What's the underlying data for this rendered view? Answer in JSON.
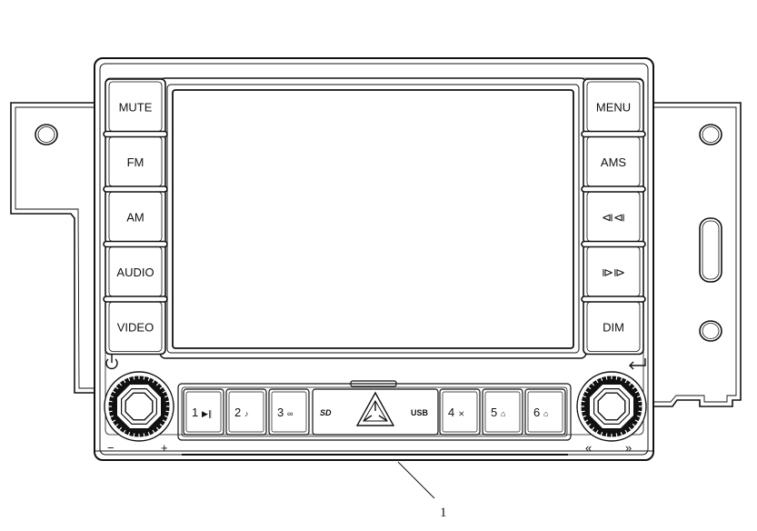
{
  "diagram": {
    "left_buttons": [
      "MUTE",
      "FM",
      "AM",
      "AUDIO",
      "VIDEO"
    ],
    "right_buttons": [
      "MENU",
      "AMS",
      "⧏⧏",
      "⧐⧐",
      "DIM"
    ],
    "bottom_buttons": [
      {
        "num": "1",
        "icon": "▶∥"
      },
      {
        "num": "2",
        "icon": "♪"
      },
      {
        "num": "3",
        "icon": "∞"
      },
      {
        "num": "4",
        "icon": "⨯"
      },
      {
        "num": "5",
        "icon": "⌂"
      },
      {
        "num": "6",
        "icon": "⌂"
      }
    ],
    "sd_label": "SD",
    "usb_label": "USB",
    "volume_minus": "−",
    "volume_plus": "+",
    "seek_back": "«",
    "seek_forward": "»",
    "callout_number": "1",
    "icons": {
      "power": "power-icon",
      "enter": "enter-return-icon",
      "eject": "eject-triangle-icon"
    }
  }
}
